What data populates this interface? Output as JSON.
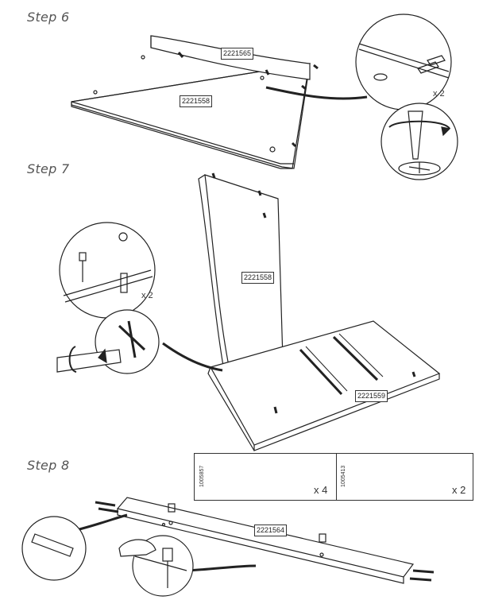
{
  "steps": [
    {
      "label": "Step 6"
    },
    {
      "label": "Step 7"
    },
    {
      "label": "Step 8"
    }
  ],
  "part_labels": {
    "step6_rail": "2221565",
    "step6_panel": "2221558",
    "step7_panel": "2221558",
    "step7_base": "2221559",
    "step8_rail": "2221564"
  },
  "quantities": {
    "step6_dowel_qty": "x 2",
    "step7_dowel_qty": "x 2"
  },
  "parts_box": {
    "dowel": {
      "code": "1005857",
      "qty": "x 4"
    },
    "cam": {
      "code": "1005413",
      "qty": "x 2"
    }
  }
}
